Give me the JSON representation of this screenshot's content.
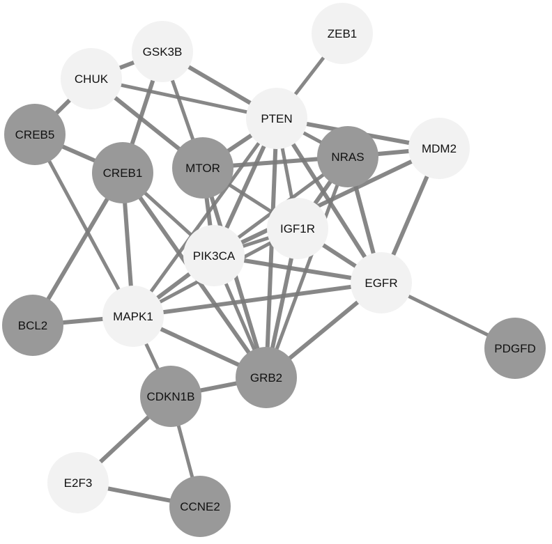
{
  "colors": {
    "dark_node": "#999999",
    "light_node": "#f2f2f2",
    "edge": "#7a7a7a",
    "label": "#111111"
  },
  "nodes": [
    {
      "id": "ZEB1",
      "label": "ZEB1",
      "style": "light"
    },
    {
      "id": "GSK3B",
      "label": "GSK3B",
      "style": "light"
    },
    {
      "id": "CHUK",
      "label": "CHUK",
      "style": "light"
    },
    {
      "id": "PTEN",
      "label": "PTEN",
      "style": "light"
    },
    {
      "id": "CREB5",
      "label": "CREB5",
      "style": "dark"
    },
    {
      "id": "CREB1",
      "label": "CREB1",
      "style": "dark"
    },
    {
      "id": "MTOR",
      "label": "MTOR",
      "style": "dark"
    },
    {
      "id": "NRAS",
      "label": "NRAS",
      "style": "dark"
    },
    {
      "id": "MDM2",
      "label": "MDM2",
      "style": "light"
    },
    {
      "id": "IGF1R",
      "label": "IGF1R",
      "style": "light"
    },
    {
      "id": "PIK3CA",
      "label": "PIK3CA",
      "style": "light"
    },
    {
      "id": "EGFR",
      "label": "EGFR",
      "style": "light"
    },
    {
      "id": "BCL2",
      "label": "BCL2",
      "style": "dark"
    },
    {
      "id": "MAPK1",
      "label": "MAPK1",
      "style": "light"
    },
    {
      "id": "PDGFD",
      "label": "PDGFD",
      "style": "dark"
    },
    {
      "id": "GRB2",
      "label": "GRB2",
      "style": "dark"
    },
    {
      "id": "CDKN1B",
      "label": "CDKN1B",
      "style": "dark"
    },
    {
      "id": "E2F3",
      "label": "E2F3",
      "style": "light"
    },
    {
      "id": "CCNE2",
      "label": "CCNE2",
      "style": "dark"
    }
  ],
  "edges": [
    [
      "ZEB1",
      "PTEN"
    ],
    [
      "GSK3B",
      "CHUK"
    ],
    [
      "GSK3B",
      "PTEN"
    ],
    [
      "GSK3B",
      "MTOR"
    ],
    [
      "GSK3B",
      "CREB1"
    ],
    [
      "CHUK",
      "CREB5"
    ],
    [
      "CHUK",
      "PTEN"
    ],
    [
      "CHUK",
      "MTOR"
    ],
    [
      "CREB5",
      "CREB1"
    ],
    [
      "CREB5",
      "MAPK1"
    ],
    [
      "CREB1",
      "BCL2"
    ],
    [
      "CREB1",
      "MAPK1"
    ],
    [
      "CREB1",
      "PIK3CA"
    ],
    [
      "CREB1",
      "GRB2"
    ],
    [
      "PTEN",
      "MTOR"
    ],
    [
      "PTEN",
      "NRAS"
    ],
    [
      "PTEN",
      "MDM2"
    ],
    [
      "PTEN",
      "PIK3CA"
    ],
    [
      "PTEN",
      "IGF1R"
    ],
    [
      "PTEN",
      "EGFR"
    ],
    [
      "PTEN",
      "GRB2"
    ],
    [
      "PTEN",
      "MAPK1"
    ],
    [
      "MTOR",
      "NRAS"
    ],
    [
      "MTOR",
      "PIK3CA"
    ],
    [
      "MTOR",
      "IGF1R"
    ],
    [
      "MTOR",
      "GRB2"
    ],
    [
      "NRAS",
      "MDM2"
    ],
    [
      "NRAS",
      "PIK3CA"
    ],
    [
      "NRAS",
      "IGF1R"
    ],
    [
      "NRAS",
      "EGFR"
    ],
    [
      "NRAS",
      "GRB2"
    ],
    [
      "MDM2",
      "PIK3CA"
    ],
    [
      "MDM2",
      "EGFR"
    ],
    [
      "IGF1R",
      "PIK3CA"
    ],
    [
      "IGF1R",
      "EGFR"
    ],
    [
      "IGF1R",
      "GRB2"
    ],
    [
      "IGF1R",
      "MAPK1"
    ],
    [
      "PIK3CA",
      "EGFR"
    ],
    [
      "PIK3CA",
      "MAPK1"
    ],
    [
      "PIK3CA",
      "GRB2"
    ],
    [
      "EGFR",
      "MAPK1"
    ],
    [
      "EGFR",
      "GRB2"
    ],
    [
      "EGFR",
      "PDGFD"
    ],
    [
      "BCL2",
      "MAPK1"
    ],
    [
      "MAPK1",
      "GRB2"
    ],
    [
      "MAPK1",
      "CDKN1B"
    ],
    [
      "GRB2",
      "CDKN1B"
    ],
    [
      "CDKN1B",
      "E2F3"
    ],
    [
      "CDKN1B",
      "CCNE2"
    ],
    [
      "E2F3",
      "CCNE2"
    ]
  ]
}
